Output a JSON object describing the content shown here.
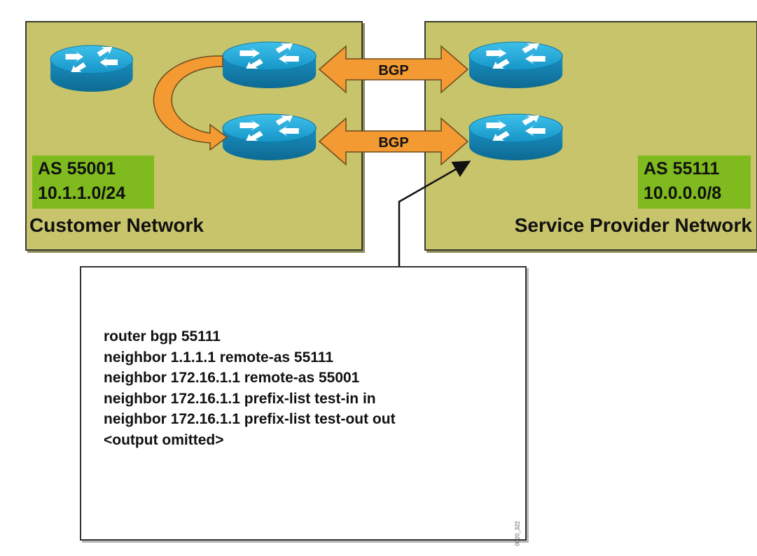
{
  "customer_network": {
    "title": "Customer Network",
    "as_number": "AS 55001",
    "prefix": "10.1.1.0/24"
  },
  "service_provider_network": {
    "title": "Service Provider Network",
    "as_number": "AS 55111",
    "prefix": "10.0.0.0/8"
  },
  "links": [
    {
      "label": "BGP"
    },
    {
      "label": "BGP"
    }
  ],
  "config": {
    "lines": [
      "router bgp 55111",
      "neighbor 1.1.1.1 remote-as 55111",
      "neighbor 172.16.1.1 remote-as 55001",
      "neighbor 172.16.1.1 prefix-list test-in in",
      "neighbor 172.16.1.1 prefix-list test-out out",
      "<output omitted>"
    ],
    "figure_id": "0020_322"
  },
  "colors": {
    "panel": "#c7c46b",
    "as_box": "#7fba1e",
    "router": "#1aa6d6",
    "bgp_arrow": "#f39a33"
  }
}
